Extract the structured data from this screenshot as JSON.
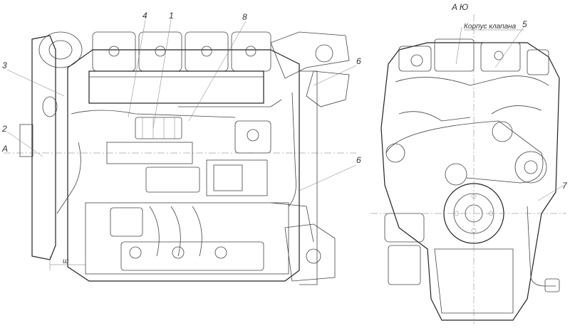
{
  "left_view": {
    "callouts": [
      "1",
      "2",
      "3",
      "4",
      "6",
      "6",
      "8"
    ],
    "section_marker": "A",
    "dimension": "ш"
  },
  "right_view": {
    "view_title": "A Ю",
    "valve_body_label": "Корпус клапана",
    "callouts": [
      "5",
      "7"
    ]
  }
}
